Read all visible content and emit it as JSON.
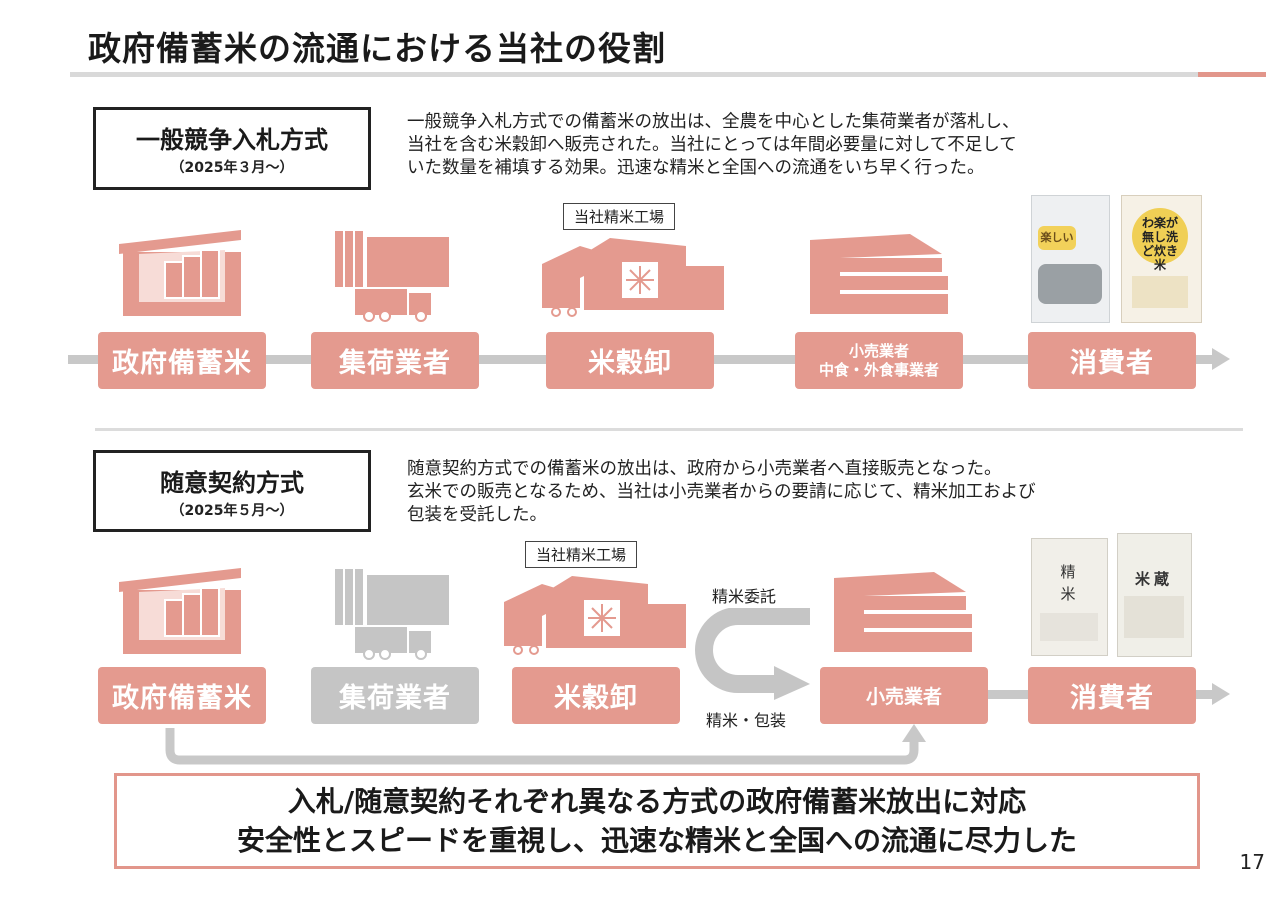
{
  "title": "政府備蓄米の流通における当社の役割",
  "section1": {
    "method_name": "一般競争入札方式",
    "method_date": "（2025年３月～）",
    "description": [
      "一般競争入札方式での備蓄米の放出は、全農を中心とした集荷業者が落札し、",
      "当社を含む米穀卸へ販売された。当社にとっては年間必要量に対して不足して",
      "いた数量を補填する効果。迅速な精米と全国への流通をいち早く行った。"
    ],
    "factory_label": "当社精米工場",
    "nodes": [
      "政府備蓄米",
      "集荷業者",
      "米穀卸",
      "小売業者",
      "中食・外食事業者",
      "消費者"
    ]
  },
  "section2": {
    "method_name": "随意契約方式",
    "method_date": "（2025年５月～）",
    "description": [
      "随意契約方式での備蓄米の放出は、政府から小売業者へ直接販売となった。",
      "玄米での販売となるため、当社は小売業者からの要請に応じて、精米加工および",
      "包装を受託した。"
    ],
    "factory_label": "当社精米工場",
    "outsource_label": "精米委託",
    "return_label": "精米・包装",
    "nodes": [
      "政府備蓄米",
      "集荷業者",
      "米穀卸",
      "小売業者",
      "消費者"
    ]
  },
  "conclusion": [
    "入札/随意契約それぞれ異なる方式の政府備蓄米放出に対応",
    "安全性とスピードを重視し、迅速な精米と全国への流通に尽力した"
  ],
  "products": {
    "top_left": "楽しい",
    "top_right": "わ楽が無し洗ど炊き米",
    "bottom_left": "精米",
    "bottom_right": "米蔵"
  },
  "page_number": "17",
  "colors": {
    "accent": "#e49a8f",
    "inactive": "#c5c5c5",
    "line": "#c8c8c8"
  }
}
